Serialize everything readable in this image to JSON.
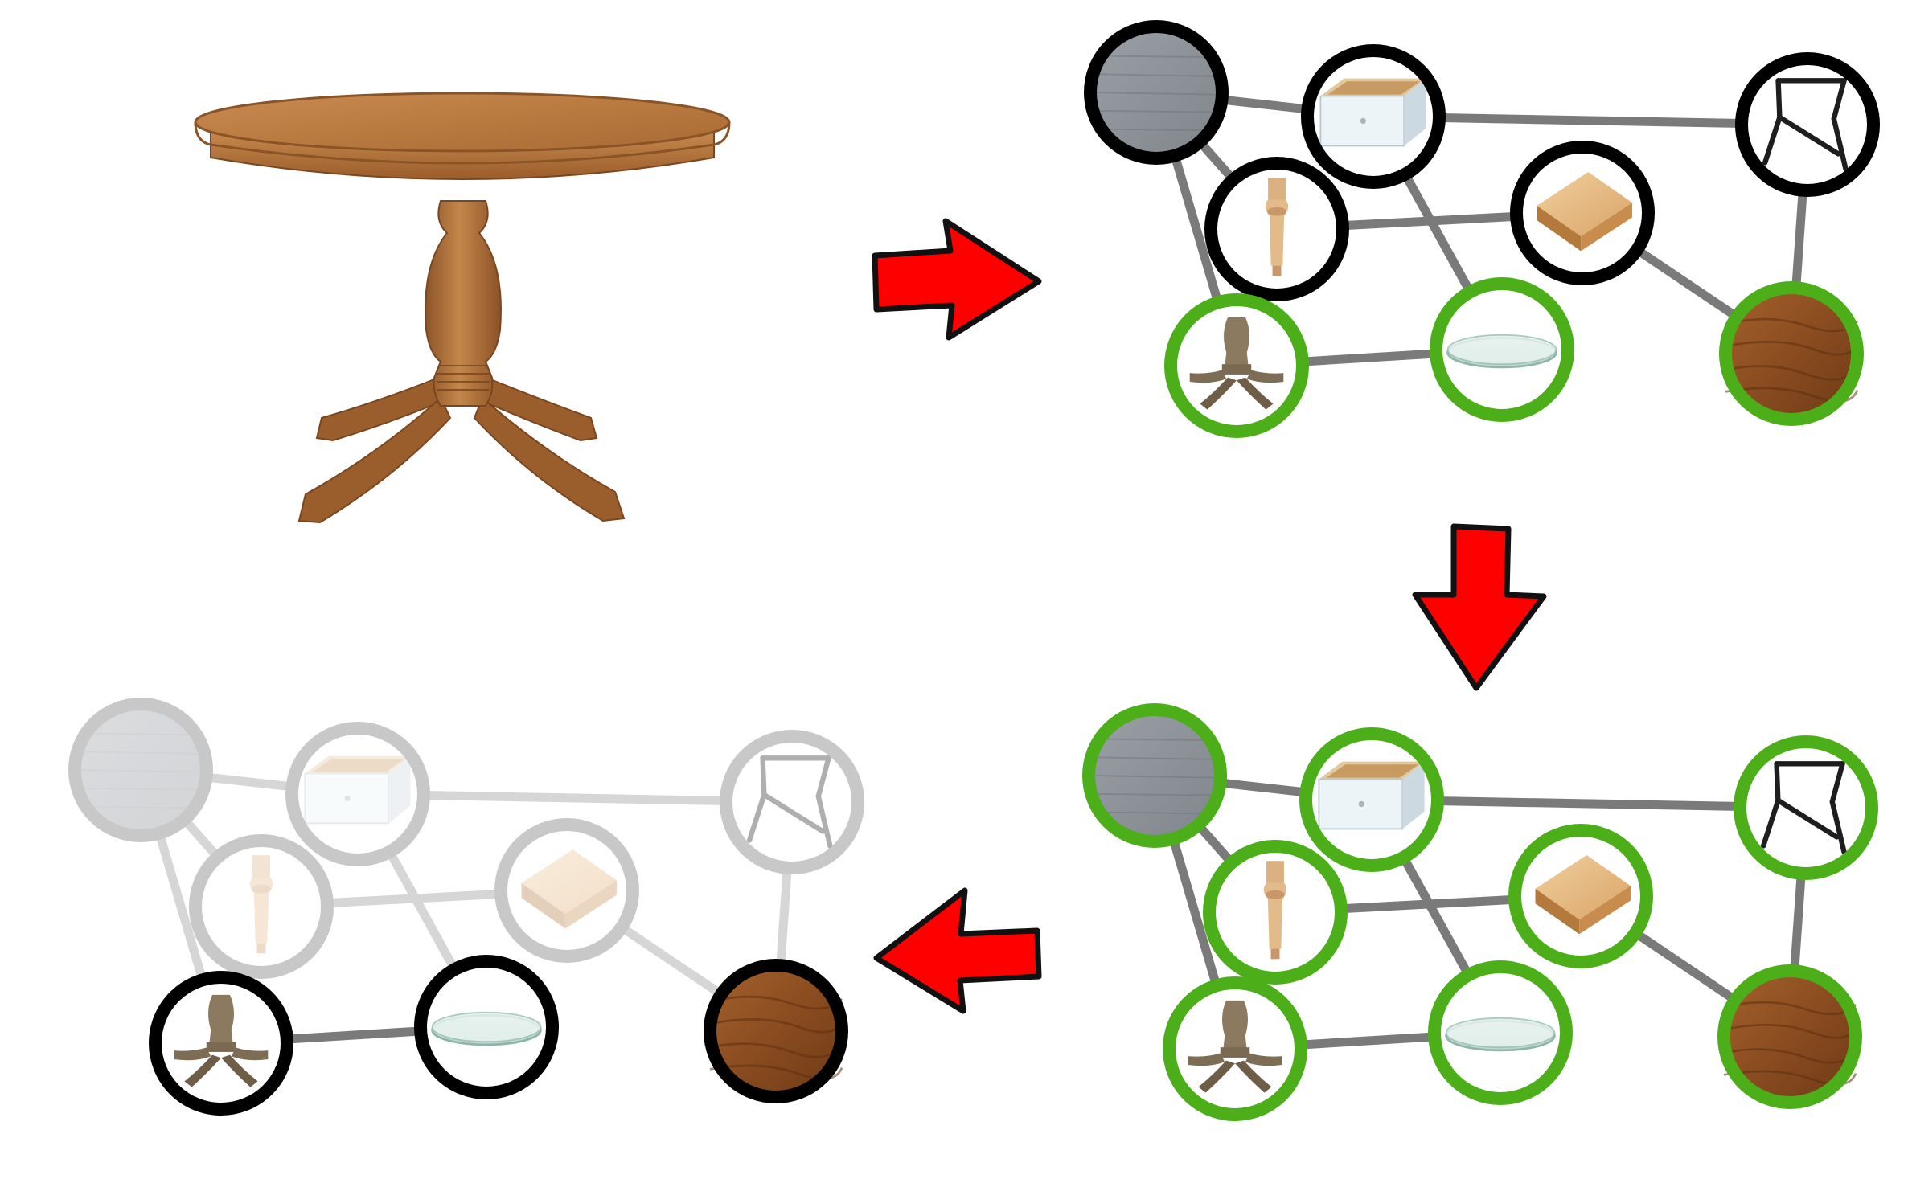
{
  "diagram": {
    "type": "component-graph-process",
    "panels": [
      {
        "id": "source-object",
        "depicts": "round-pedestal-wooden-table"
      },
      {
        "id": "full-graph",
        "state": "query-highlighted"
      },
      {
        "id": "matched-graph",
        "state": "all-matched"
      },
      {
        "id": "selected-graph",
        "state": "result-selected"
      }
    ],
    "flow": [
      {
        "from": "source-object",
        "to": "full-graph",
        "direction": "right"
      },
      {
        "from": "full-graph",
        "to": "matched-graph",
        "direction": "down"
      },
      {
        "from": "matched-graph",
        "to": "selected-graph",
        "direction": "left"
      }
    ],
    "nodes": [
      {
        "id": "grey-fabric",
        "icon": "grey-fabric-icon"
      },
      {
        "id": "drawer",
        "icon": "drawer-icon"
      },
      {
        "id": "folding-legs",
        "icon": "folding-leg-frame-icon"
      },
      {
        "id": "turned-leg",
        "icon": "turned-leg-icon"
      },
      {
        "id": "wood-block",
        "icon": "wood-block-icon"
      },
      {
        "id": "pedestal-base",
        "icon": "pedestal-base-icon"
      },
      {
        "id": "glass-top",
        "icon": "glass-top-icon"
      },
      {
        "id": "wood-grain",
        "icon": "wood-grain-icon"
      }
    ],
    "edges": [
      [
        "grey-fabric",
        "drawer"
      ],
      [
        "drawer",
        "folding-legs"
      ],
      [
        "grey-fabric",
        "turned-leg"
      ],
      [
        "grey-fabric",
        "pedestal-base"
      ],
      [
        "drawer",
        "glass-top"
      ],
      [
        "turned-leg",
        "wood-block"
      ],
      [
        "wood-block",
        "wood-grain"
      ],
      [
        "folding-legs",
        "wood-grain"
      ],
      [
        "pedestal-base",
        "glass-top"
      ]
    ],
    "states": {
      "full-graph": {
        "green": [
          "pedestal-base",
          "glass-top",
          "wood-grain"
        ],
        "black": [
          "grey-fabric",
          "drawer",
          "folding-legs",
          "turned-leg",
          "wood-block"
        ]
      },
      "matched-graph": {
        "green": [
          "grey-fabric",
          "drawer",
          "folding-legs",
          "turned-leg",
          "wood-block",
          "pedestal-base",
          "glass-top",
          "wood-grain"
        ]
      },
      "selected-graph": {
        "black": [
          "pedestal-base",
          "glass-top",
          "wood-grain"
        ],
        "faded": [
          "grey-fabric",
          "drawer",
          "folding-legs",
          "turned-leg",
          "wood-block"
        ]
      }
    },
    "colors": {
      "arrow": "#ff0000",
      "arrow_outline": "#111111",
      "ring_black": "#000000",
      "ring_green": "#4caf1a",
      "ring_faded": "#c8c8c8",
      "edge": "#7a7a7a",
      "edge_faded": "#d6d6d6",
      "wood": "#b8743a",
      "wood_dark": "#8a5426",
      "background": "#ffffff"
    }
  }
}
